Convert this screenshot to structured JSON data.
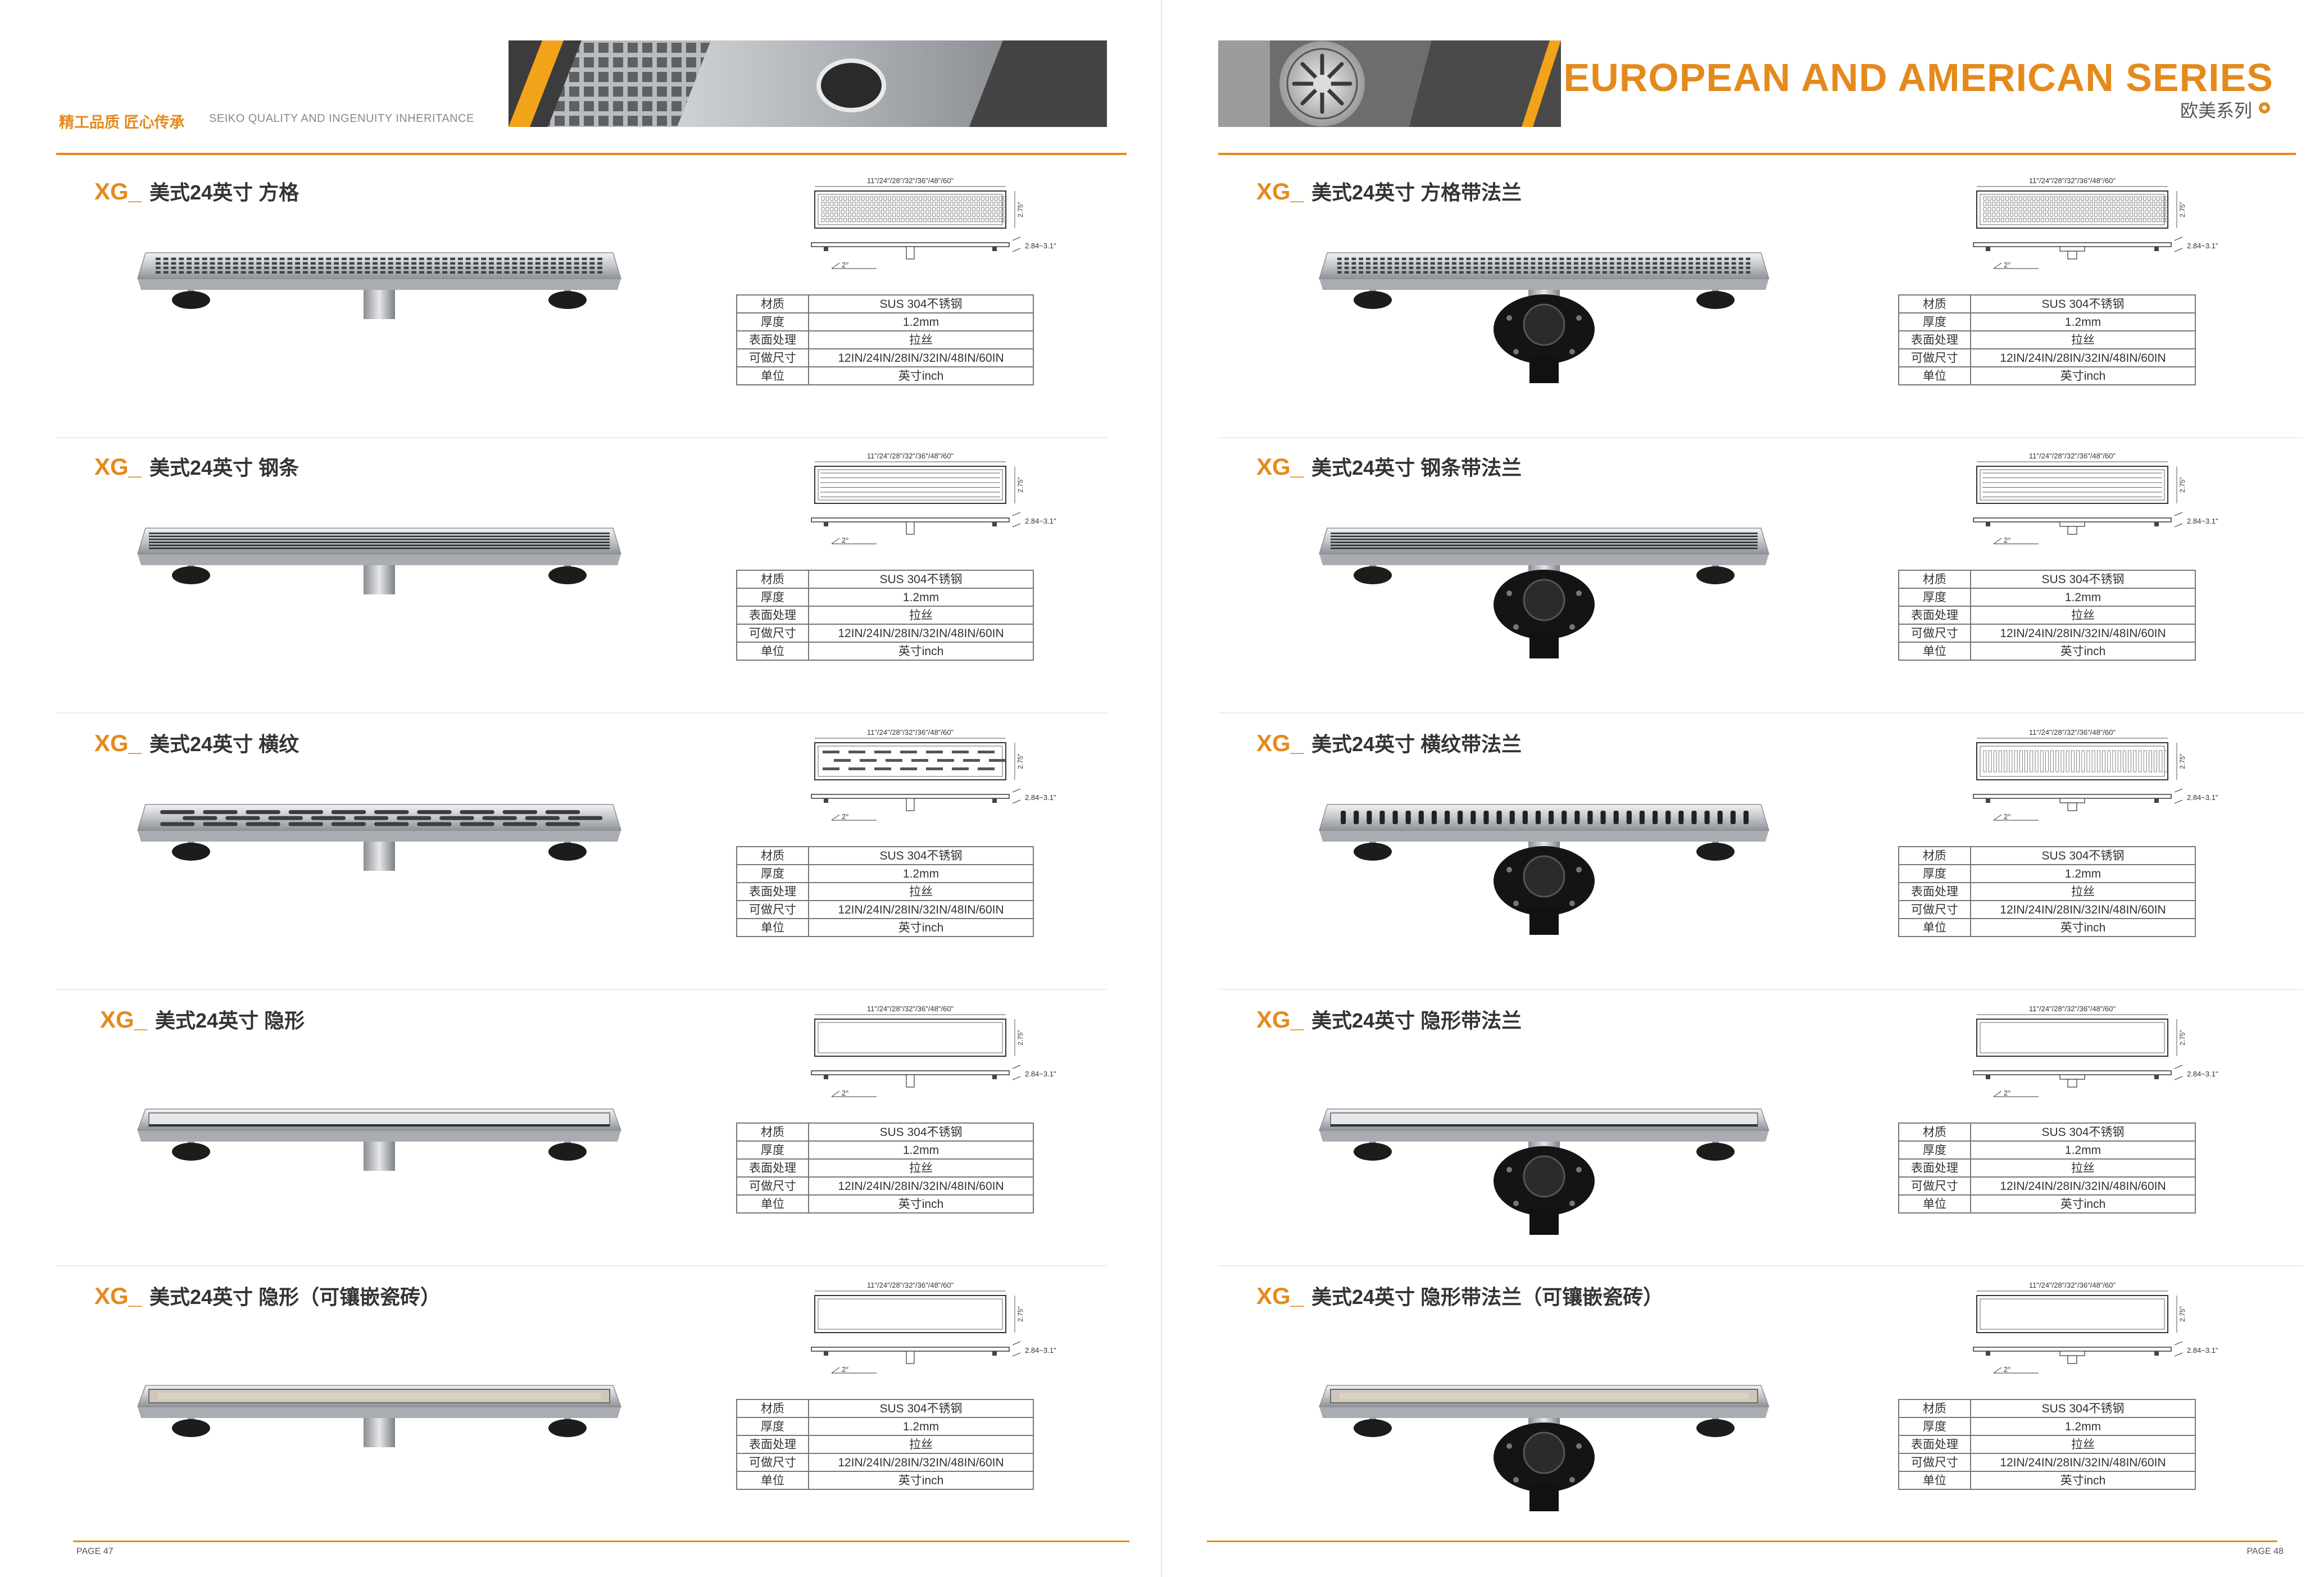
{
  "left_page": {
    "tagline": "精工品质  匠心传承",
    "tagline_en": "SEIKO QUALITY AND INGENUITY INHERITANCE",
    "page_number": "PAGE  47",
    "products": [
      {
        "code": "XG_",
        "name": "美式24英寸 方格",
        "variant": "grid",
        "flange": false
      },
      {
        "code": "XG_",
        "name": "美式24英寸 钢条",
        "variant": "bars",
        "flange": false
      },
      {
        "code": "XG_",
        "name": "美式24英寸 横纹",
        "variant": "slots",
        "flange": false
      },
      {
        "code": "XG_",
        "name": "美式24英寸 隐形",
        "variant": "invisible",
        "flange": false
      },
      {
        "code": "XG_",
        "name": "美式24英寸 隐形（可镶嵌瓷砖）",
        "variant": "tile",
        "flange": false
      }
    ]
  },
  "right_page": {
    "series_title": "EUROPEAN AND AMERICAN SERIES",
    "series_subtitle": "欧美系列",
    "page_number": "PAGE  48",
    "products": [
      {
        "code": "XG_",
        "name": "美式24英寸 方格带法兰",
        "variant": "grid",
        "flange": true
      },
      {
        "code": "XG_",
        "name": "美式24英寸 钢条带法兰",
        "variant": "bars",
        "flange": true
      },
      {
        "code": "XG_",
        "name": "美式24英寸 横纹带法兰",
        "variant": "vslots",
        "flange": true
      },
      {
        "code": "XG_",
        "name": "美式24英寸 隐形带法兰",
        "variant": "invisible",
        "flange": true
      },
      {
        "code": "XG_",
        "name": "美式24英寸 隐形带法兰（可镶嵌瓷砖）",
        "variant": "tile",
        "flange": true
      }
    ]
  },
  "drawing": {
    "length_label": "11\"/24\"/28\"/32\"/36\"/48\"/60\"",
    "width_label": "2.75\"",
    "height_label": "2.84~3.1\"",
    "slope_label": "2°"
  },
  "spec": {
    "material_label": "材质",
    "material_value": "SUS 304不锈钢",
    "thickness_label": "厚度",
    "thickness_value": "1.2mm",
    "finish_label": "表面处理",
    "finish_value": "拉丝",
    "sizes_label": "可做尺寸",
    "sizes_value": "12IN/24IN/28IN/32IN/48IN/60IN",
    "unit_label": "单位",
    "unit_value": "英寸inch"
  },
  "colors": {
    "accent": "#e48a1c",
    "steel": "#c9ccd0",
    "dark": "#1c1c1c"
  }
}
